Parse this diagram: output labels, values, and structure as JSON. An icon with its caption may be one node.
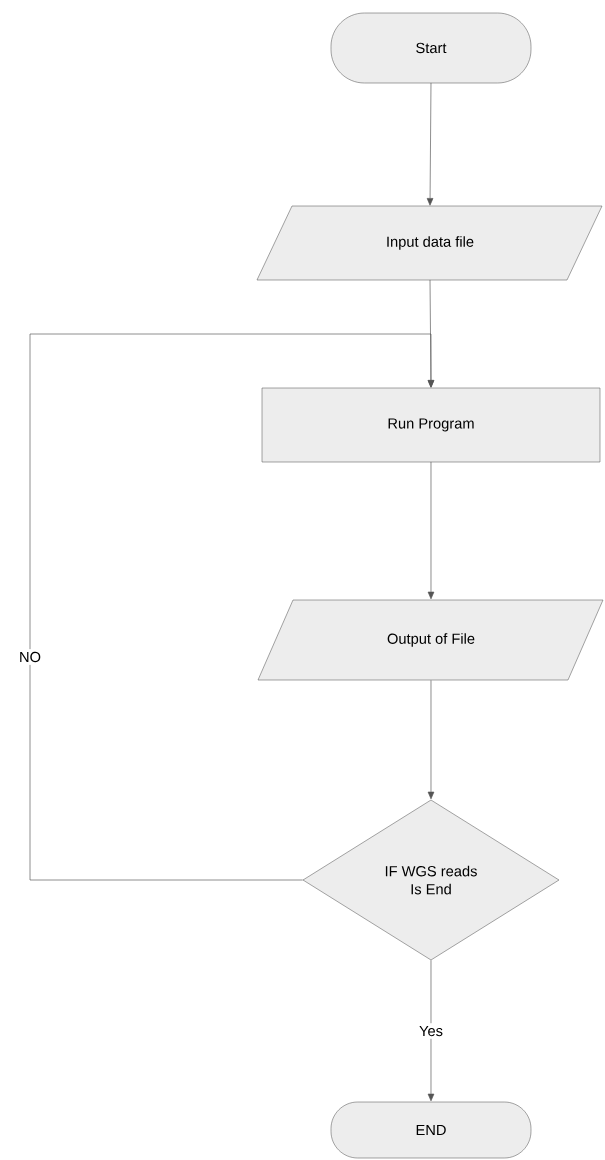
{
  "diagram": {
    "nodes": [
      {
        "text": [
          "Start"
        ]
      },
      {
        "text": [
          "Input data file"
        ]
      },
      {
        "text": [
          "Run Program"
        ]
      },
      {
        "text": [
          "Output of File"
        ]
      },
      {
        "text": [
          "IF WGS reads Is End"
        ]
      },
      {
        "text": [
          "END"
        ]
      }
    ],
    "edges": [
      {
        "from": 0,
        "to": 1,
        "arrow": "to"
      },
      {
        "from": 1,
        "to": 2,
        "arrow": "to"
      },
      {
        "from": 2,
        "to": 3,
        "arrow": "to"
      },
      {
        "from": 3,
        "to": 4,
        "arrow": "to"
      },
      {
        "from": 4,
        "to": 5,
        "arrow": "to",
        "label": "Yes"
      },
      {
        "from": 4,
        "to": 2,
        "arrow": "to",
        "label": "NO"
      }
    ]
  }
}
